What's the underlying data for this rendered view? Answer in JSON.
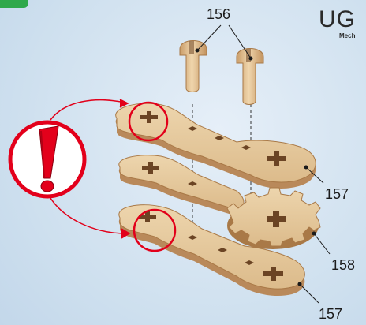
{
  "brand": {
    "name": "UG",
    "subtitle": "Mech"
  },
  "callouts": {
    "pin_label": "156",
    "top_arm_label": "157",
    "gear_label": "158",
    "bottom_arm_label": "157"
  },
  "colors": {
    "wood_face": "#e4c79b",
    "wood_edge": "#b9895a",
    "wood_dark": "#8e6236",
    "warning_red": "#e3001b",
    "circle_red": "#e2001a",
    "accent_green": "#2ea84a"
  },
  "icons": {
    "warning": "exclamation-warning-icon"
  }
}
